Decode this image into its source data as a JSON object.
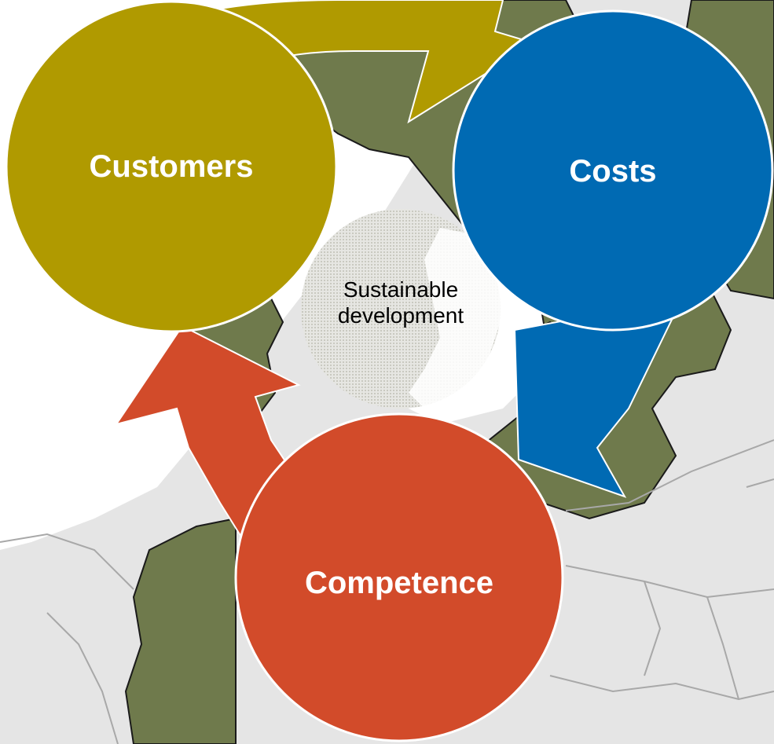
{
  "diagram": {
    "nodes": {
      "customers": {
        "label": "Customers",
        "color": "#b09a00"
      },
      "costs": {
        "label": "Costs",
        "color": "#006ab3"
      },
      "competence": {
        "label": "Competence",
        "color": "#d24b2a"
      },
      "center": {
        "line1": "Sustainable",
        "line2": "development"
      }
    },
    "colors": {
      "background": "#ffffff",
      "map_land_highlight": "#6f7a4c",
      "map_land_other": "#e5e5e5",
      "map_borders": "#a8a8a8"
    },
    "flow": [
      "customers",
      "costs",
      "competence",
      "customers"
    ]
  }
}
